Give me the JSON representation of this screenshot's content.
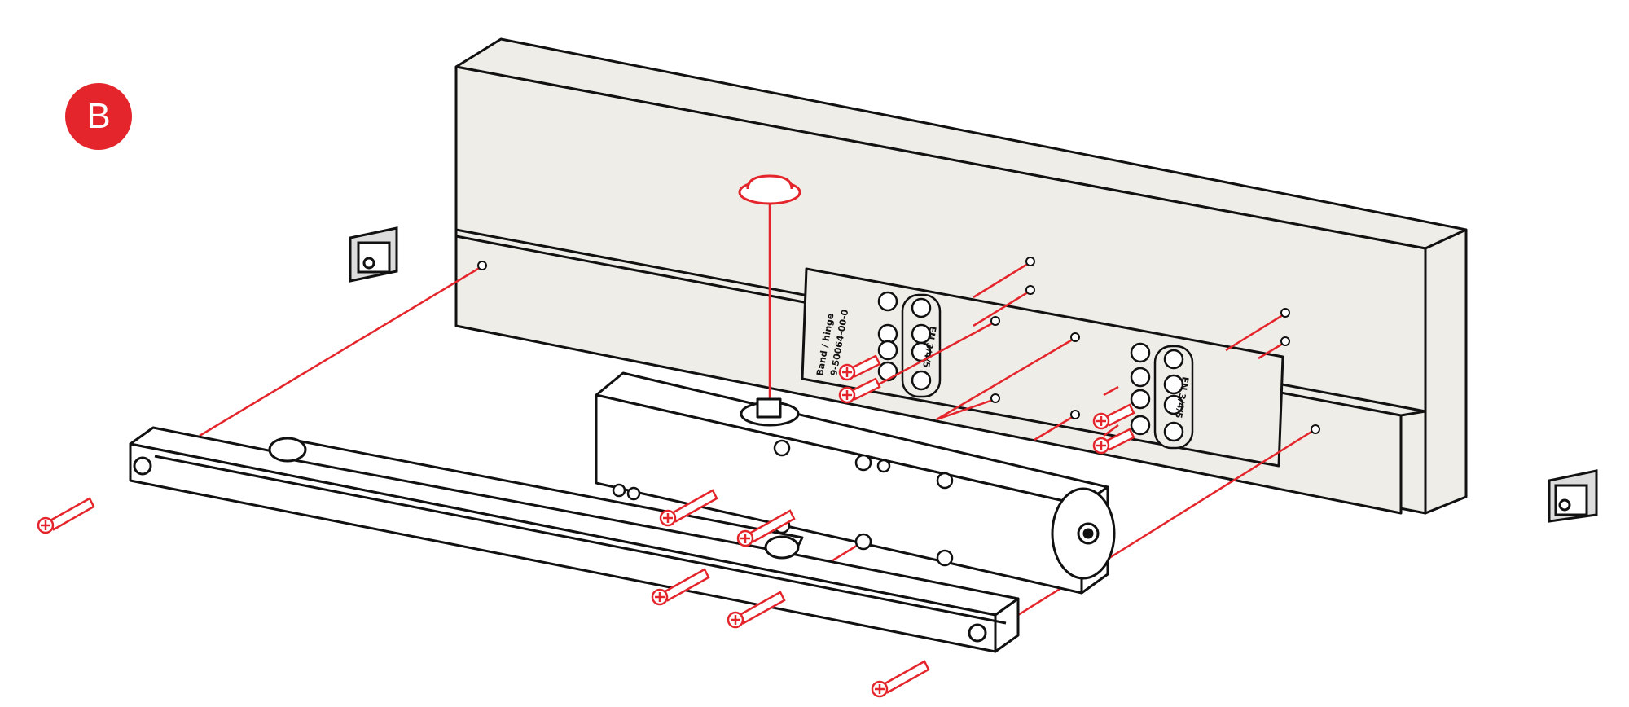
{
  "step": {
    "label": "B"
  },
  "mounting_plate": {
    "line1": "Band / hinge",
    "line2": "9-50064-00-0",
    "scale_left": "EN 3/4/5",
    "scale_right": "EN 3/4/5"
  },
  "colors": {
    "accent": "#e4262c",
    "part_fill": "#efede8",
    "outline": "#111111",
    "background": "#ffffff"
  }
}
